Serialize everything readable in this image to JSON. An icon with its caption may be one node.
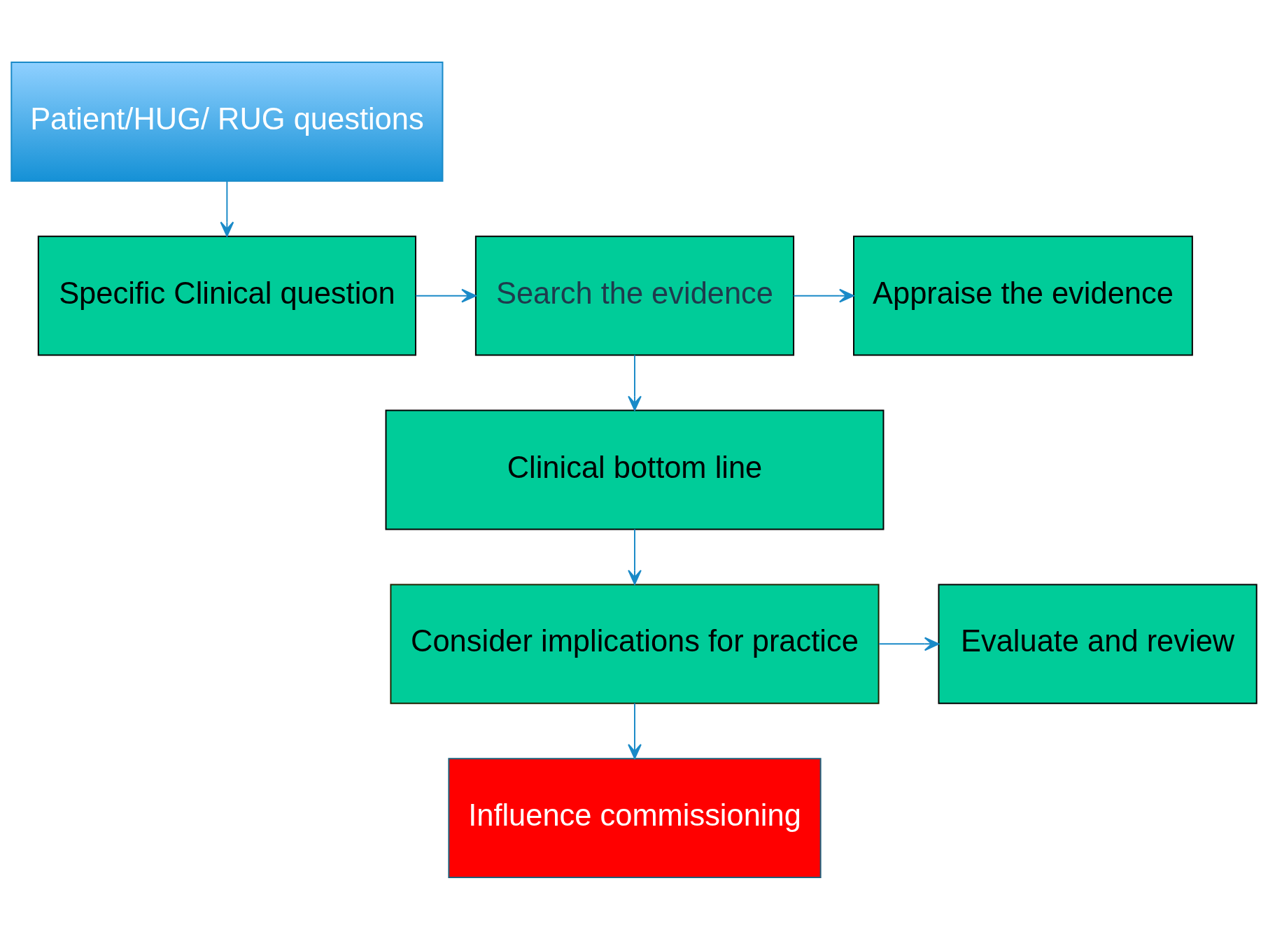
{
  "diagram": {
    "nodes": [
      {
        "text": [
          "Patient/HUG/ RUG questions"
        ]
      },
      {
        "text": [
          "Specific Clinical question"
        ]
      },
      {
        "text": [
          "Search the evidence"
        ]
      },
      {
        "text": [
          "Appraise the evidence"
        ]
      },
      {
        "text": [
          "Clinical bottom line"
        ]
      },
      {
        "text": [
          "Consider implications for practice"
        ]
      },
      {
        "text": [
          "Evaluate and review"
        ]
      },
      {
        "text": [
          "Influence commissioning"
        ]
      }
    ],
    "edges": [
      {
        "from": 0,
        "to": 1,
        "arrow": "to"
      },
      {
        "from": 1,
        "to": 2,
        "arrow": "to"
      },
      {
        "from": 2,
        "to": 3,
        "arrow": "to"
      },
      {
        "from": 2,
        "to": 4,
        "arrow": "to"
      },
      {
        "from": 4,
        "to": 5,
        "arrow": "to"
      },
      {
        "from": 5,
        "to": 6,
        "arrow": "to"
      },
      {
        "from": 5,
        "to": 7,
        "arrow": "to"
      }
    ]
  }
}
